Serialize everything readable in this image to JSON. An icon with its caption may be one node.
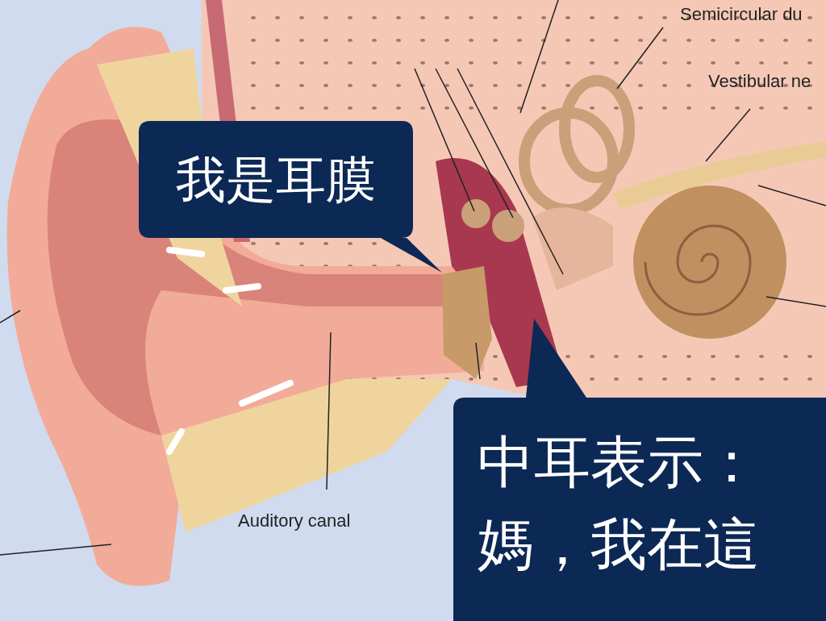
{
  "diagram": {
    "nodes": [
      {
        "text": [
          "Semicircular du"
        ]
      },
      {
        "text": [
          "Vestibular ne"
        ]
      },
      {
        "text": [
          "Auditory canal"
        ]
      },
      {
        "text": [
          "我是耳膜"
        ]
      },
      {
        "text": [
          "中耳表示：媽，我在這"
        ]
      }
    ],
    "edges": [
      {
        "from": 0,
        "to": null,
        "arrow": "none"
      },
      {
        "from": 1,
        "to": null,
        "arrow": "none"
      },
      {
        "from": 2,
        "to": null,
        "arrow": "none"
      }
    ]
  }
}
